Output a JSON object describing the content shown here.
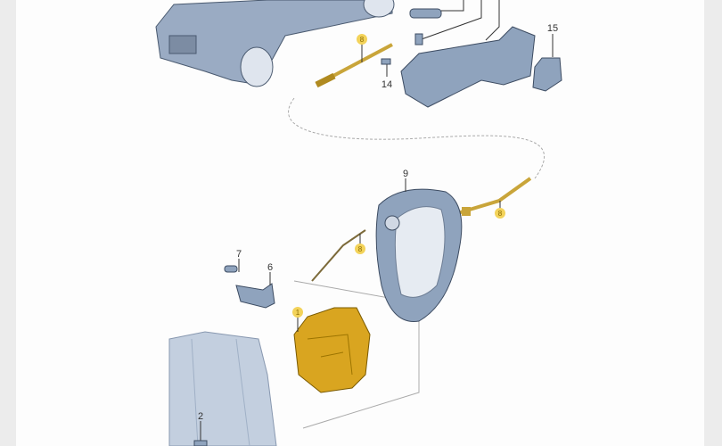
{
  "diagram": {
    "callouts": [
      {
        "id": "label-8-top",
        "text": "8",
        "highlighted": true
      },
      {
        "id": "label-14",
        "text": "14",
        "highlighted": false
      },
      {
        "id": "label-15",
        "text": "15",
        "highlighted": false
      },
      {
        "id": "label-9",
        "text": "9",
        "highlighted": false
      },
      {
        "id": "label-8-right",
        "text": "8",
        "highlighted": true
      },
      {
        "id": "label-8-mid",
        "text": "8",
        "highlighted": true
      },
      {
        "id": "label-7",
        "text": "7",
        "highlighted": false
      },
      {
        "id": "label-6",
        "text": "6",
        "highlighted": false
      },
      {
        "id": "label-1",
        "text": "1",
        "highlighted": true
      },
      {
        "id": "label-2",
        "text": "2",
        "highlighted": false
      }
    ],
    "colors": {
      "part": "#8fa3bd",
      "lock": "#d9a520",
      "highlight": "#f3d35a",
      "line": "#555555"
    }
  }
}
